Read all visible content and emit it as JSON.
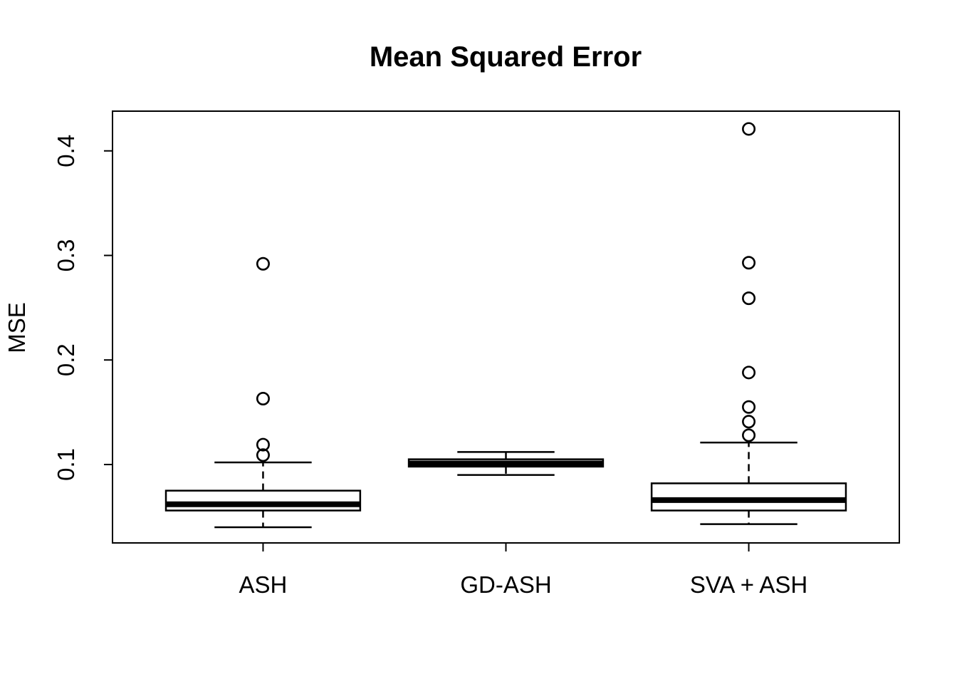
{
  "page": {
    "background": "#ffffff"
  },
  "chart_data": {
    "type": "boxplot",
    "title": "Mean Squared Error",
    "ylabel": "MSE",
    "xlabel": "",
    "categories": [
      "ASH",
      "GD-ASH",
      "SVA + ASH"
    ],
    "yticks": [
      0.1,
      0.2,
      0.3,
      0.4
    ],
    "ytick_labels": [
      "0.1",
      "0.2",
      "0.3",
      "0.4"
    ],
    "ylim": [
      0.025,
      0.438
    ],
    "grid": false,
    "legend": "none",
    "series": [
      {
        "label": "ASH",
        "whisker_low": 0.04,
        "q1": 0.056,
        "median": 0.062,
        "q3": 0.075,
        "whisker_high": 0.102,
        "outliers": [
          0.109,
          0.119,
          0.163,
          0.292
        ]
      },
      {
        "label": "GD-ASH",
        "whisker_low": 0.09,
        "q1": 0.098,
        "median": 0.101,
        "q3": 0.105,
        "whisker_high": 0.112,
        "outliers": []
      },
      {
        "label": "SVA + ASH",
        "whisker_low": 0.043,
        "q1": 0.056,
        "median": 0.066,
        "q3": 0.082,
        "whisker_high": 0.121,
        "outliers": [
          0.128,
          0.141,
          0.155,
          0.188,
          0.259,
          0.293,
          0.421
        ]
      }
    ],
    "colors": {
      "stroke": "#000000",
      "box_fill": "#ffffff",
      "background": "#ffffff"
    },
    "style": {
      "whisker_line": "dashed",
      "outlier_marker": "open-circle"
    }
  }
}
